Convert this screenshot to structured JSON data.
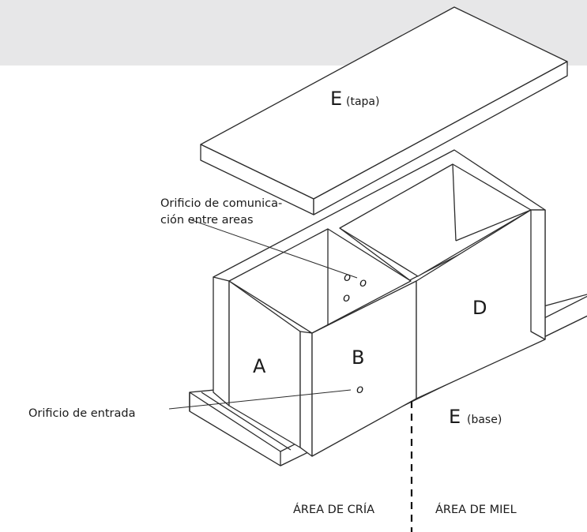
{
  "labels": {
    "lid_letter": "E",
    "lid_note": "(tapa)",
    "base_letter": "E",
    "base_note": "(base)",
    "panel_a": "A",
    "panel_b": "B",
    "panel_d": "D",
    "comm_hole_line1": "Orificio de comunica-",
    "comm_hole_line2": "ción entre areas",
    "entrance_hole": "Orificio de entrada",
    "brood_area": "ÁREA DE CRÍA",
    "honey_area": "ÁREA DE MIEL",
    "hole_mark": "o"
  },
  "colors": {
    "header_band": "#e7e7e8",
    "stroke": "#2b2b2b",
    "fill": "#ffffff"
  }
}
